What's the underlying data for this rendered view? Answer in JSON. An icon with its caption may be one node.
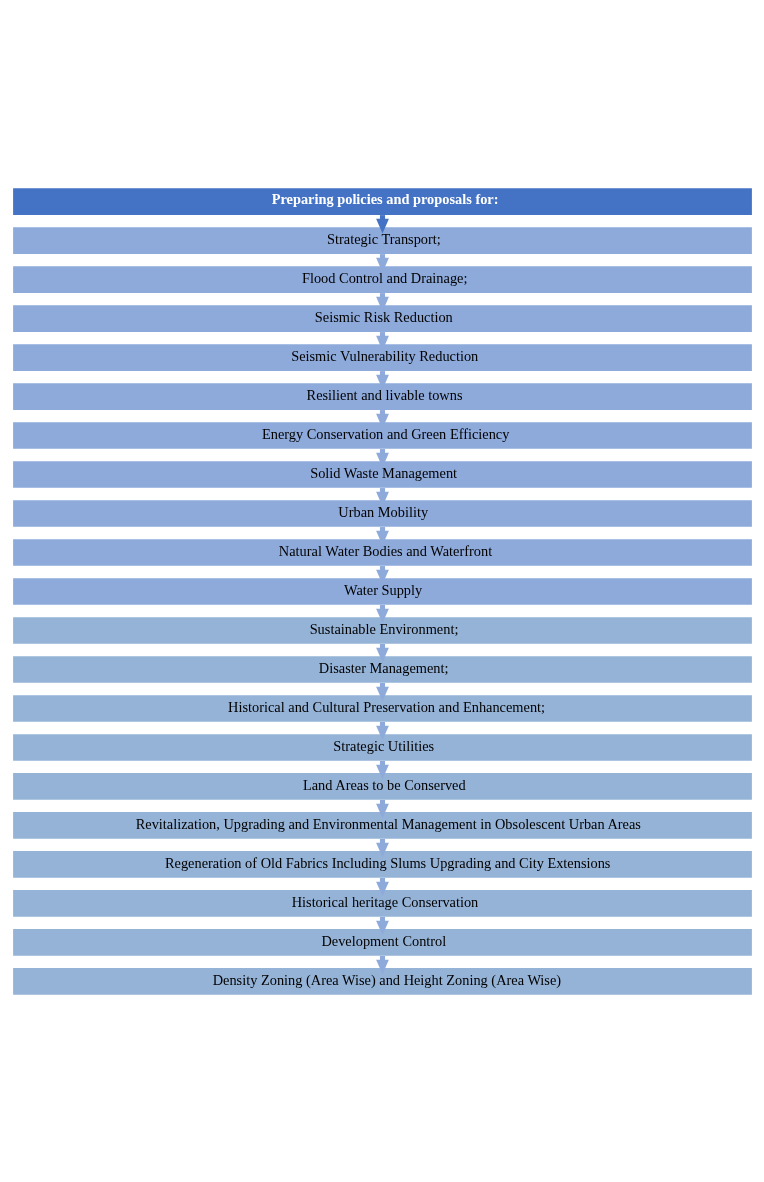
{
  "diagram": {
    "nodes": [
      {
        "text": [
          "Preparing policies and proposals for:"
        ]
      },
      {
        "text": [
          "Strategic Transport;"
        ]
      },
      {
        "text": [
          "Flood Control and Drainage;"
        ]
      },
      {
        "text": [
          "Seismic Risk Reduction"
        ]
      },
      {
        "text": [
          "Seismic Vulnerability Reduction"
        ]
      },
      {
        "text": [
          "Resilient and livable towns"
        ]
      },
      {
        "text": [
          "Energy Conservation and Green Efficiency"
        ]
      },
      {
        "text": [
          "Solid Waste Management"
        ]
      },
      {
        "text": [
          "Urban Mobility"
        ]
      },
      {
        "text": [
          "Natural Water Bodies and Waterfront"
        ]
      },
      {
        "text": [
          "Water Supply"
        ]
      },
      {
        "text": [
          "Sustainable Environment;"
        ]
      },
      {
        "text": [
          "Disaster Management;"
        ]
      },
      {
        "text": [
          "Historical and Cultural Preservation and Enhancement;"
        ]
      },
      {
        "text": [
          "Strategic Utilities"
        ]
      },
      {
        "text": [
          "Land Areas to be Conserved"
        ]
      },
      {
        "text": [
          "Revitalization, Upgrading and Environmental Management in Obsolescent Urban Areas"
        ]
      },
      {
        "text": [
          "Regeneration of Old Fabrics Including Slums Upgrading and City Extensions"
        ]
      },
      {
        "text": [
          "Historical heritage Conservation"
        ]
      },
      {
        "text": [
          "Development Control"
        ]
      },
      {
        "text": [
          "Density Zoning (Area Wise) and Height Zoning (Area Wise)"
        ]
      }
    ],
    "edges": [
      {
        "from": 0,
        "to": 1,
        "arrow": "to",
        "color": "#4472c4"
      },
      {
        "from": 1,
        "to": 2,
        "arrow": "to"
      },
      {
        "from": 2,
        "to": 3,
        "arrow": "to"
      },
      {
        "from": 3,
        "to": 4,
        "arrow": "to"
      },
      {
        "from": 4,
        "to": 5,
        "arrow": "to"
      },
      {
        "from": 5,
        "to": 6,
        "arrow": "to"
      },
      {
        "from": 6,
        "to": 7,
        "arrow": "to"
      },
      {
        "from": 7,
        "to": 8,
        "arrow": "to"
      },
      {
        "from": 8,
        "to": 9,
        "arrow": "to"
      },
      {
        "from": 9,
        "to": 10,
        "arrow": "to"
      },
      {
        "from": 10,
        "to": 11,
        "arrow": "to"
      },
      {
        "from": 11,
        "to": 12,
        "arrow": "to"
      },
      {
        "from": 12,
        "to": 13,
        "arrow": "to"
      },
      {
        "from": 13,
        "to": 14,
        "arrow": "to"
      },
      {
        "from": 14,
        "to": 15,
        "arrow": "to"
      },
      {
        "from": 15,
        "to": 16,
        "arrow": "to"
      },
      {
        "from": 16,
        "to": 17,
        "arrow": "to"
      },
      {
        "from": 17,
        "to": 18,
        "arrow": "to"
      },
      {
        "from": 18,
        "to": 19,
        "arrow": "to"
      },
      {
        "from": 19,
        "to": 20,
        "arrow": "to"
      }
    ]
  }
}
